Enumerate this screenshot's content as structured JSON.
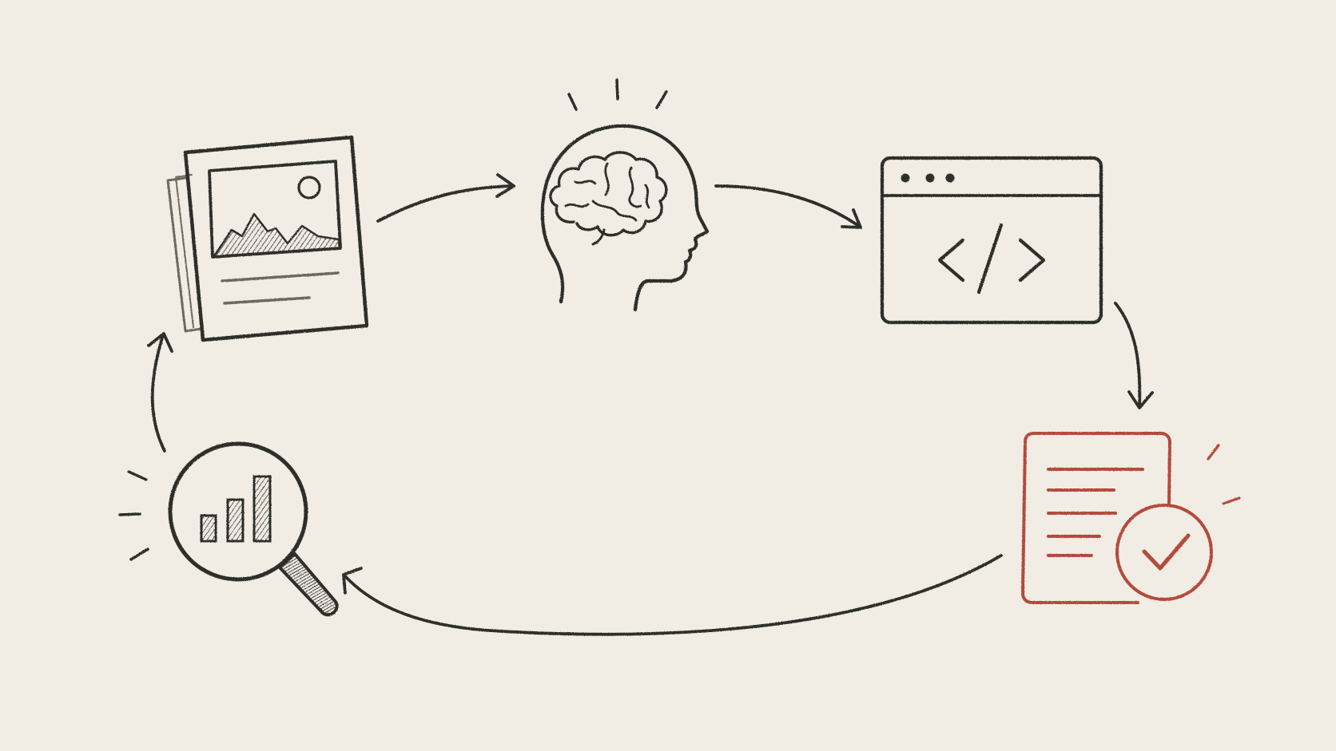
{
  "colors": {
    "background": "#f1ede4",
    "ink": "#2f2d2a",
    "ink_soft": "#6b6760",
    "accent": "#b5483c"
  },
  "nodes": [
    {
      "id": "image-document",
      "icon": "image-document-icon"
    },
    {
      "id": "brain-head",
      "icon": "brain-head-icon"
    },
    {
      "id": "code-window",
      "icon": "code-window-icon"
    },
    {
      "id": "verified-document",
      "icon": "verified-document-icon",
      "highlighted": true
    },
    {
      "id": "chart-magnifier",
      "icon": "magnifier-chart-icon"
    }
  ],
  "edges": [
    {
      "from": "image-document",
      "to": "brain-head"
    },
    {
      "from": "brain-head",
      "to": "code-window"
    },
    {
      "from": "code-window",
      "to": "verified-document"
    },
    {
      "from": "verified-document",
      "to": "chart-magnifier"
    },
    {
      "from": "chart-magnifier",
      "to": "image-document"
    }
  ]
}
